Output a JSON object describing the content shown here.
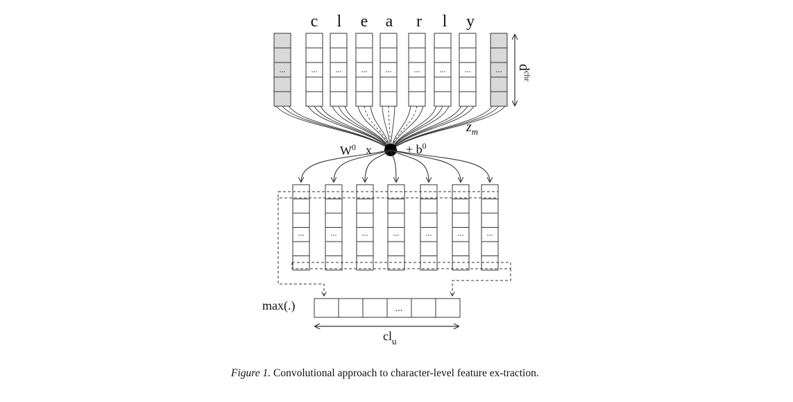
{
  "figure": {
    "characters": [
      "c",
      "l",
      "e",
      "a",
      "r",
      "l",
      "y"
    ],
    "cell_ellipsis": "...",
    "dim_label": "d",
    "dim_label_sup": "chr",
    "window_label": "z",
    "window_label_sub": "m",
    "weight_label": "W",
    "weight_sup": "0",
    "times_label": "x",
    "bias_label": "+ b",
    "bias_sup": "0",
    "max_label": "max(.)",
    "output_ellipsis": "...",
    "output_label": "cl",
    "output_sub": "u"
  },
  "caption": {
    "label": "Figure 1.",
    "text": "Convolutional approach to character-level feature ex-traction."
  },
  "colors": {
    "padding_fill": "#d9d9d9",
    "line": "#333333",
    "node": "#000000"
  }
}
